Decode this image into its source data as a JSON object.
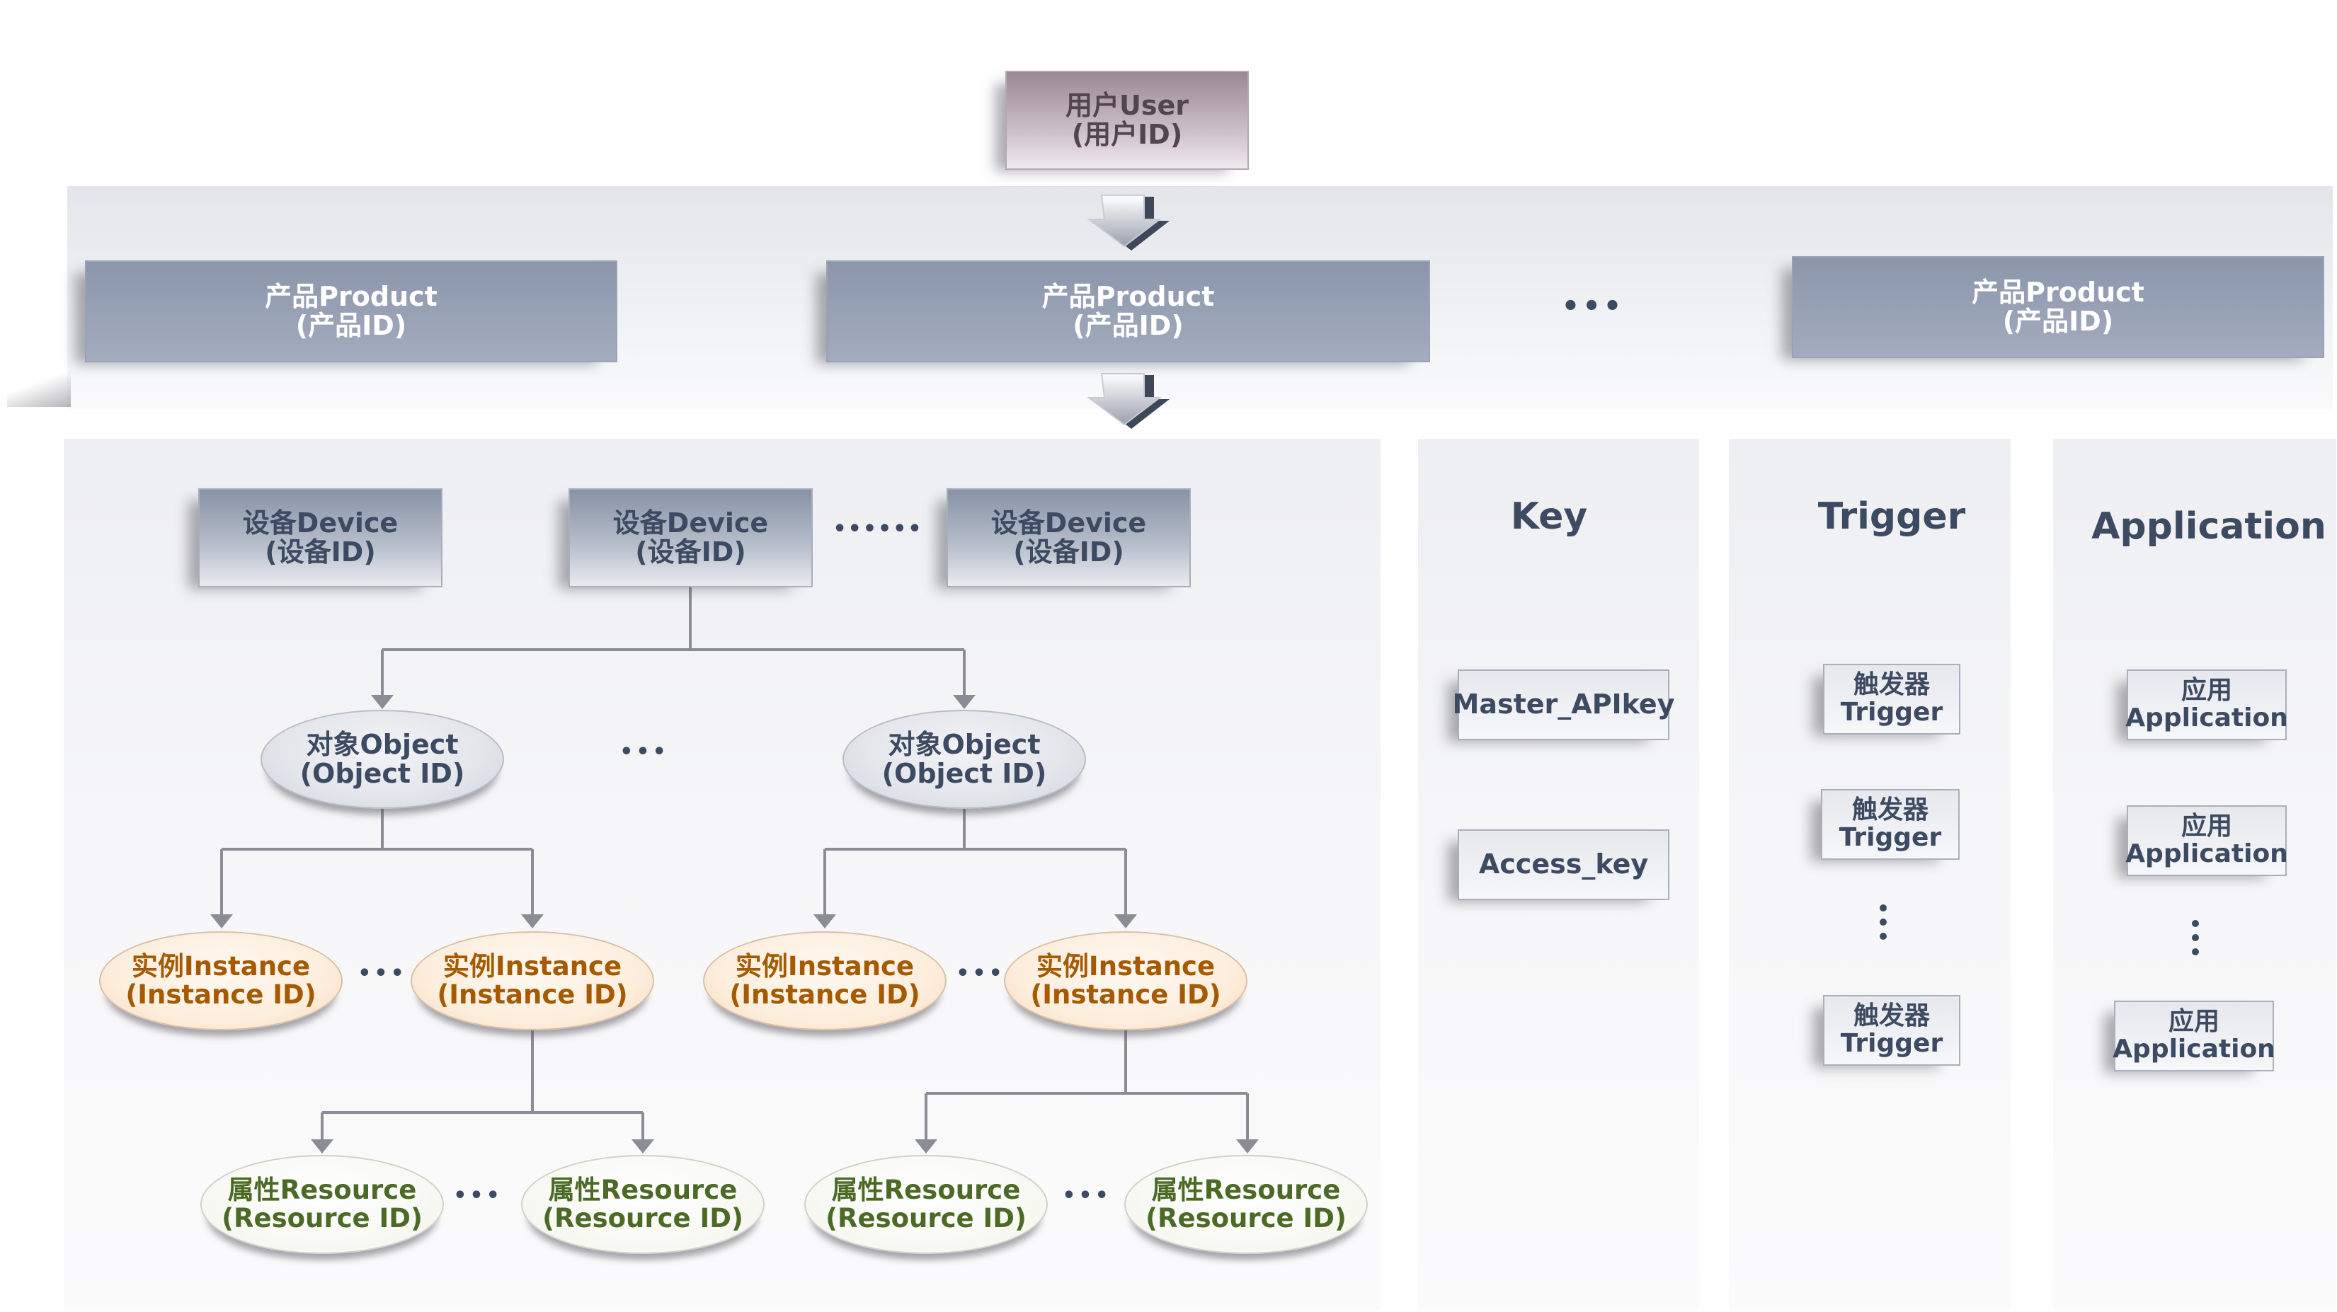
{
  "user": {
    "line1": "用户User",
    "line2": "(用户ID)"
  },
  "products": [
    {
      "line1": "产品Product",
      "line2": "(产品ID)"
    },
    {
      "line1": "产品Product",
      "line2": "(产品ID)"
    },
    {
      "line1": "产品Product",
      "line2": "(产品ID)"
    }
  ],
  "product_ellipsis": "•••",
  "devices": [
    {
      "line1": "设备Device",
      "line2": "(设备ID)"
    },
    {
      "line1": "设备Device",
      "line2": "(设备ID)"
    },
    {
      "line1": "设备Device",
      "line2": "(设备ID)"
    }
  ],
  "device_ellipsis": "••••••",
  "objects": [
    {
      "line1": "对象Object",
      "line2": "(Object ID)"
    },
    {
      "line1": "对象Object",
      "line2": "(Object ID)"
    }
  ],
  "object_ellipsis": "•••",
  "instances": [
    {
      "line1": "实例Instance",
      "line2": "(Instance ID)"
    },
    {
      "line1": "实例Instance",
      "line2": "(Instance ID)"
    },
    {
      "line1": "实例Instance",
      "line2": "(Instance ID)"
    },
    {
      "line1": "实例Instance",
      "line2": "(Instance ID)"
    }
  ],
  "instance_ellipsis": "•••",
  "resources": [
    {
      "line1": "属性Resource",
      "line2": "(Resource ID)"
    },
    {
      "line1": "属性Resource",
      "line2": "(Resource ID)"
    },
    {
      "line1": "属性Resource",
      "line2": "(Resource ID)"
    },
    {
      "line1": "属性Resource",
      "line2": "(Resource ID)"
    }
  ],
  "resource_ellipsis": "•••",
  "key_panel": {
    "title": "Key",
    "items": [
      "Master_APIkey",
      "Access_key"
    ]
  },
  "trigger_panel": {
    "title": "Trigger",
    "items": [
      {
        "line1": "触发器",
        "line2": "Trigger"
      },
      {
        "line1": "触发器",
        "line2": "Trigger"
      },
      {
        "line1": "触发器",
        "line2": "Trigger"
      }
    ]
  },
  "application_panel": {
    "title": "Application",
    "items": [
      {
        "line1": "应用",
        "line2": "Application"
      },
      {
        "line1": "应用",
        "line2": "Application"
      },
      {
        "line1": "应用",
        "line2": "Application"
      }
    ]
  },
  "colors": {
    "user_box": "#b3a2ad",
    "product_box": "#98a1b5",
    "device_box": "#a4adbd",
    "object_text": "#3d4b62",
    "instance_text": "#a55a00",
    "resource_text": "#4b6a25",
    "connector": "#8a8d95"
  }
}
